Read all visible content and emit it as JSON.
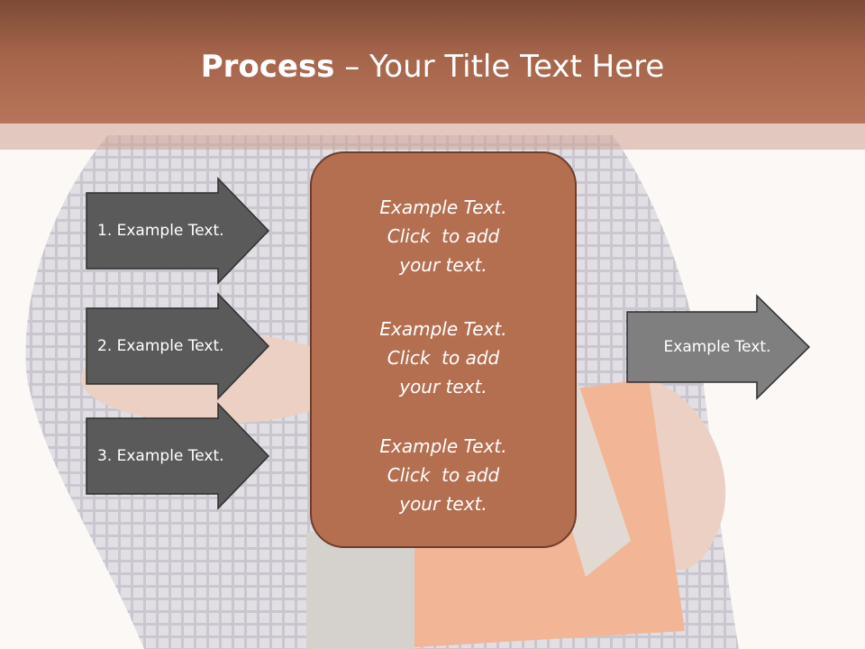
{
  "slide": {
    "title_bold": "Process",
    "title_rest": " – Your Title Text Here"
  },
  "left_arrows": [
    {
      "label": "1. Example Text."
    },
    {
      "label": "2. Example Text."
    },
    {
      "label": "3. Example Text."
    }
  ],
  "center_box": {
    "blocks": [
      {
        "line1": "Example Text.",
        "line2": "Click  to add",
        "line3": "your text."
      },
      {
        "line1": "Example Text.",
        "line2": "Click  to add",
        "line3": "your text."
      },
      {
        "line1": "Example Text.",
        "line2": "Click  to add",
        "line3": "your text."
      }
    ]
  },
  "right_arrow": {
    "label": "Example Text."
  },
  "colors": {
    "header": "#a5654a",
    "dark_arrow": "#5a5a5a",
    "light_arrow": "#7f7f7f",
    "center_box": "#b46f51"
  }
}
